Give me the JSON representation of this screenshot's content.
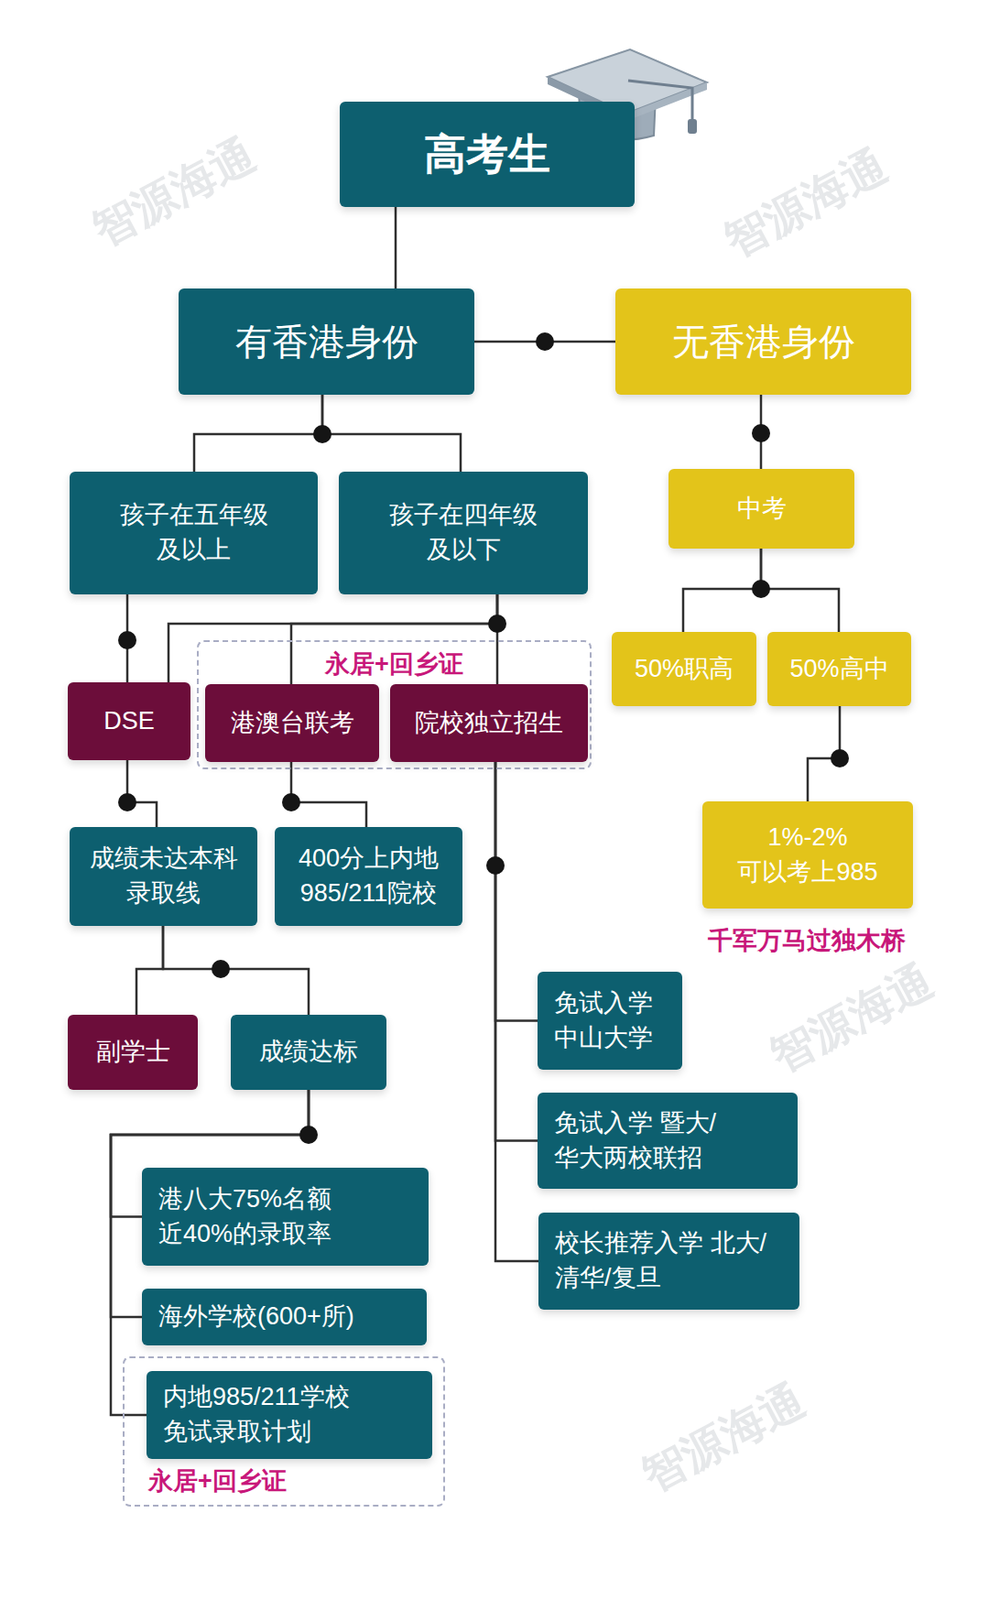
{
  "diagram": {
    "nodes": [
      {
        "text": [
          "高考生"
        ]
      },
      {
        "text": [
          "有香港身份"
        ]
      },
      {
        "text": [
          "无香港身份"
        ]
      },
      {
        "text": [
          "孩子在五年级 及以上"
        ]
      },
      {
        "text": [
          "孩子在四年级 及以下"
        ]
      },
      {
        "text": [
          "中考"
        ]
      },
      {
        "text": [
          "50%职高"
        ]
      },
      {
        "text": [
          "50%高中"
        ]
      },
      {
        "text": [
          "DSE"
        ]
      },
      {
        "text": [
          "永居+回乡证"
        ]
      },
      {
        "text": [
          "港澳台联考"
        ],
        "in": 9
      },
      {
        "text": [
          "院校独立招生"
        ],
        "in": 9
      },
      {
        "text": [
          "成绩未达本科 录取线"
        ]
      },
      {
        "text": [
          "400分上内地 985/211院校"
        ]
      },
      {
        "text": [
          "1%-2% 可以考上985"
        ]
      },
      {
        "text": [
          "副学士"
        ]
      },
      {
        "text": [
          "成绩达标"
        ]
      },
      {
        "text": [
          "免试入学 中山大学"
        ]
      },
      {
        "text": [
          "免试入学 暨大/华大两校联招"
        ]
      },
      {
        "text": [
          "校长推荐入学 北大/清华/复旦"
        ]
      },
      {
        "text": [
          "港八大75%名额 近40%的录取率"
        ]
      },
      {
        "text": [
          "海外学校(600+所)"
        ]
      },
      {
        "text": [
          "永居+回乡证"
        ]
      },
      {
        "text": [
          "内地985/211学校 免试录取计划"
        ],
        "in": 22
      }
    ],
    "edges": [
      {
        "from": 0,
        "to": 1,
        "arrow": "none"
      },
      {
        "from": 1,
        "to": 2,
        "arrow": "none"
      },
      {
        "from": 1,
        "to": 3,
        "arrow": "none"
      },
      {
        "from": 1,
        "to": 4,
        "arrow": "none"
      },
      {
        "from": 2,
        "to": 5,
        "arrow": "none"
      },
      {
        "from": 5,
        "to": 6,
        "arrow": "none"
      },
      {
        "from": 5,
        "to": 7,
        "arrow": "none"
      },
      {
        "from": 3,
        "to": 8,
        "arrow": "none"
      },
      {
        "from": 4,
        "to": 8,
        "arrow": "none"
      },
      {
        "from": 4,
        "to": 10,
        "arrow": "none"
      },
      {
        "from": 4,
        "to": 11,
        "arrow": "none"
      },
      {
        "from": 7,
        "to": 14,
        "arrow": "none"
      },
      {
        "from": 8,
        "to": 12,
        "arrow": "none"
      },
      {
        "from": 10,
        "to": 13,
        "arrow": "none"
      },
      {
        "from": 12,
        "to": 15,
        "arrow": "none"
      },
      {
        "from": 12,
        "to": 16,
        "arrow": "none"
      },
      {
        "from": 11,
        "to": 17,
        "arrow": "none"
      },
      {
        "from": 11,
        "to": 18,
        "arrow": "none"
      },
      {
        "from": 11,
        "to": 19,
        "arrow": "none"
      },
      {
        "from": 16,
        "to": 20,
        "arrow": "none"
      },
      {
        "from": 16,
        "to": 21,
        "arrow": "none"
      },
      {
        "from": 16,
        "to": 23,
        "arrow": "none"
      }
    ],
    "labels": [
      "千军万马过独木桥",
      "智源海通",
      "智源海通",
      "智源海通",
      "智源海通"
    ]
  }
}
